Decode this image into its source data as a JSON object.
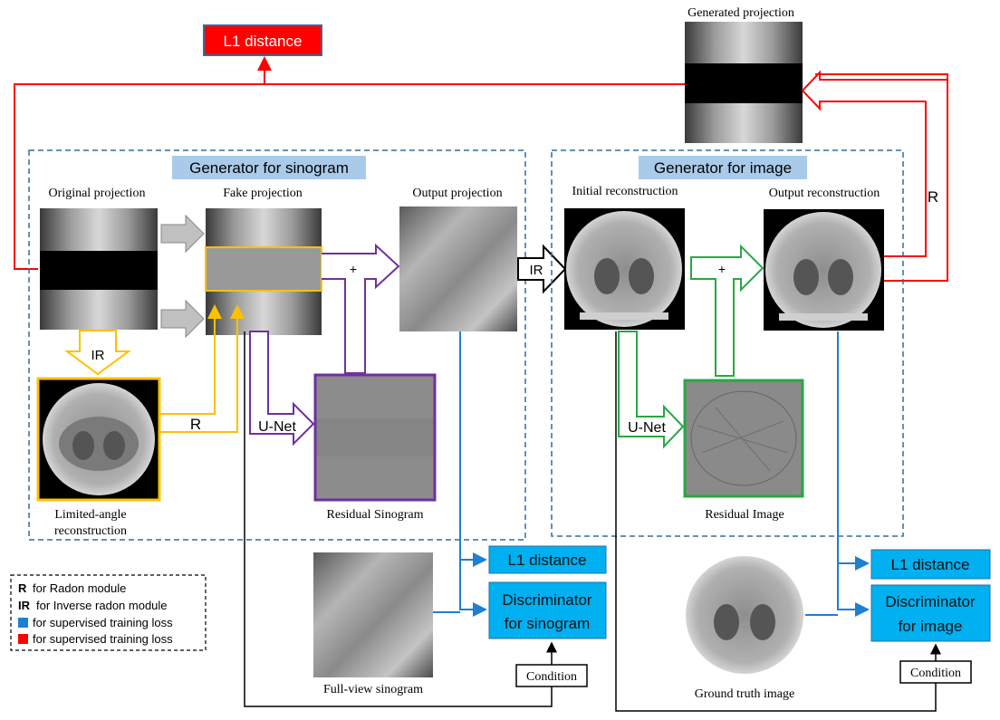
{
  "colors": {
    "red": "#ff0000",
    "blue": "#1f7fd1",
    "box_blue": "#00b0f0",
    "header_blue": "#a9cbe9",
    "dash_blue": "#2e6e9e",
    "orange": "#ffc000",
    "purple": "#7030a0",
    "green": "#27a844",
    "black": "#000000",
    "gray_arrow": "#c0c0c0"
  },
  "header": {
    "generated_projection": "Generated projection",
    "l1_top": "L1 distance"
  },
  "sino_panel": {
    "title": "Generator for sinogram",
    "original_projection": "Original projection",
    "fake_projection": "Fake projection",
    "output_projection": "Output projection",
    "limited_angle_1": "Limited-angle",
    "limited_angle_2": "reconstruction",
    "residual_sinogram": "Residual Sinogram",
    "ir_label": "IR",
    "r_label": "R",
    "unet_label": "U-Net",
    "plus": "+"
  },
  "image_panel": {
    "title": "Generator for image",
    "initial_reconstruction": "Initial reconstruction",
    "output_reconstruction": "Output reconstruction",
    "residual_image": "Residual Image",
    "unet_label": "U-Net",
    "plus": "+"
  },
  "between": {
    "ir_label": "IR",
    "r_label": "R"
  },
  "bottom_sino": {
    "full_view": "Full-view sinogram",
    "l1": "L1 distance",
    "disc_1": "Discriminator",
    "disc_2": "for sinogram",
    "condition": "Condition"
  },
  "bottom_image": {
    "ground_truth": "Ground truth image",
    "l1": "L1 distance",
    "disc_1": "Discriminator",
    "disc_2": "for image",
    "condition": "Condition"
  },
  "legend": {
    "r_key": "R",
    "r_text": "for Radon module",
    "ir_key": "IR",
    "ir_text": "for Inverse radon module",
    "blue_text": "for supervised training loss",
    "red_text": "for supervised training loss"
  }
}
